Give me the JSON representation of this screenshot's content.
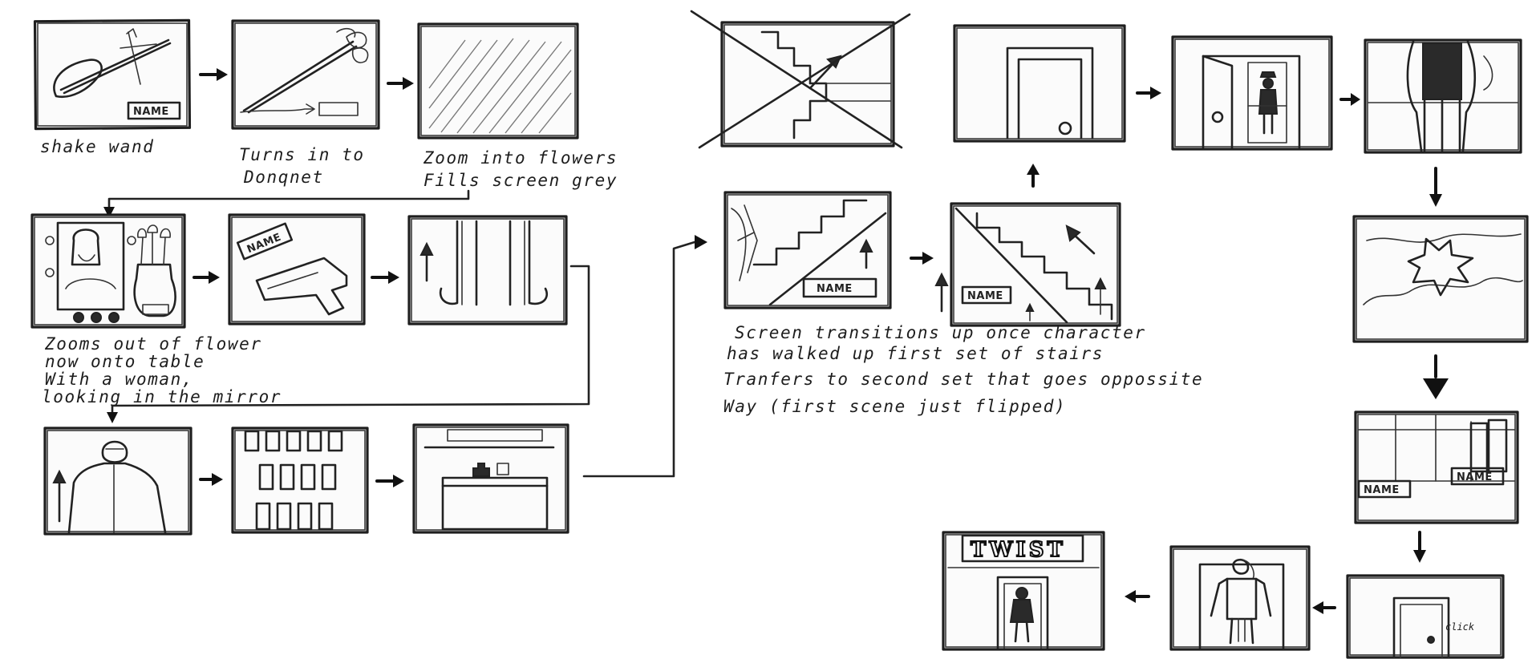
{
  "captions": {
    "shake_wand": "shake wand",
    "turns_into_1": "Turns in to",
    "turns_into_2": "Donqnet",
    "zoom_1": "Zoom into flowers",
    "zoom_2": "Fills screen grey",
    "mirror_1": "Zooms out of flower",
    "mirror_2": "now onto table",
    "mirror_3": "With a woman,",
    "mirror_4": "looking in the mirror",
    "stairs_1": "Screen transitions up once character",
    "stairs_2": "has walked up first set of stairs",
    "stairs_3": "Tranfers to second set that goes oppossite",
    "stairs_4": "Way (first scene just flipped)"
  },
  "labels": {
    "name_tag": "NAME",
    "twist_sign": "TWIST",
    "click": "click"
  },
  "colors": {
    "ink": "#1e1e1e",
    "paper": "#ffffff",
    "shade": "#7a7a7a"
  }
}
